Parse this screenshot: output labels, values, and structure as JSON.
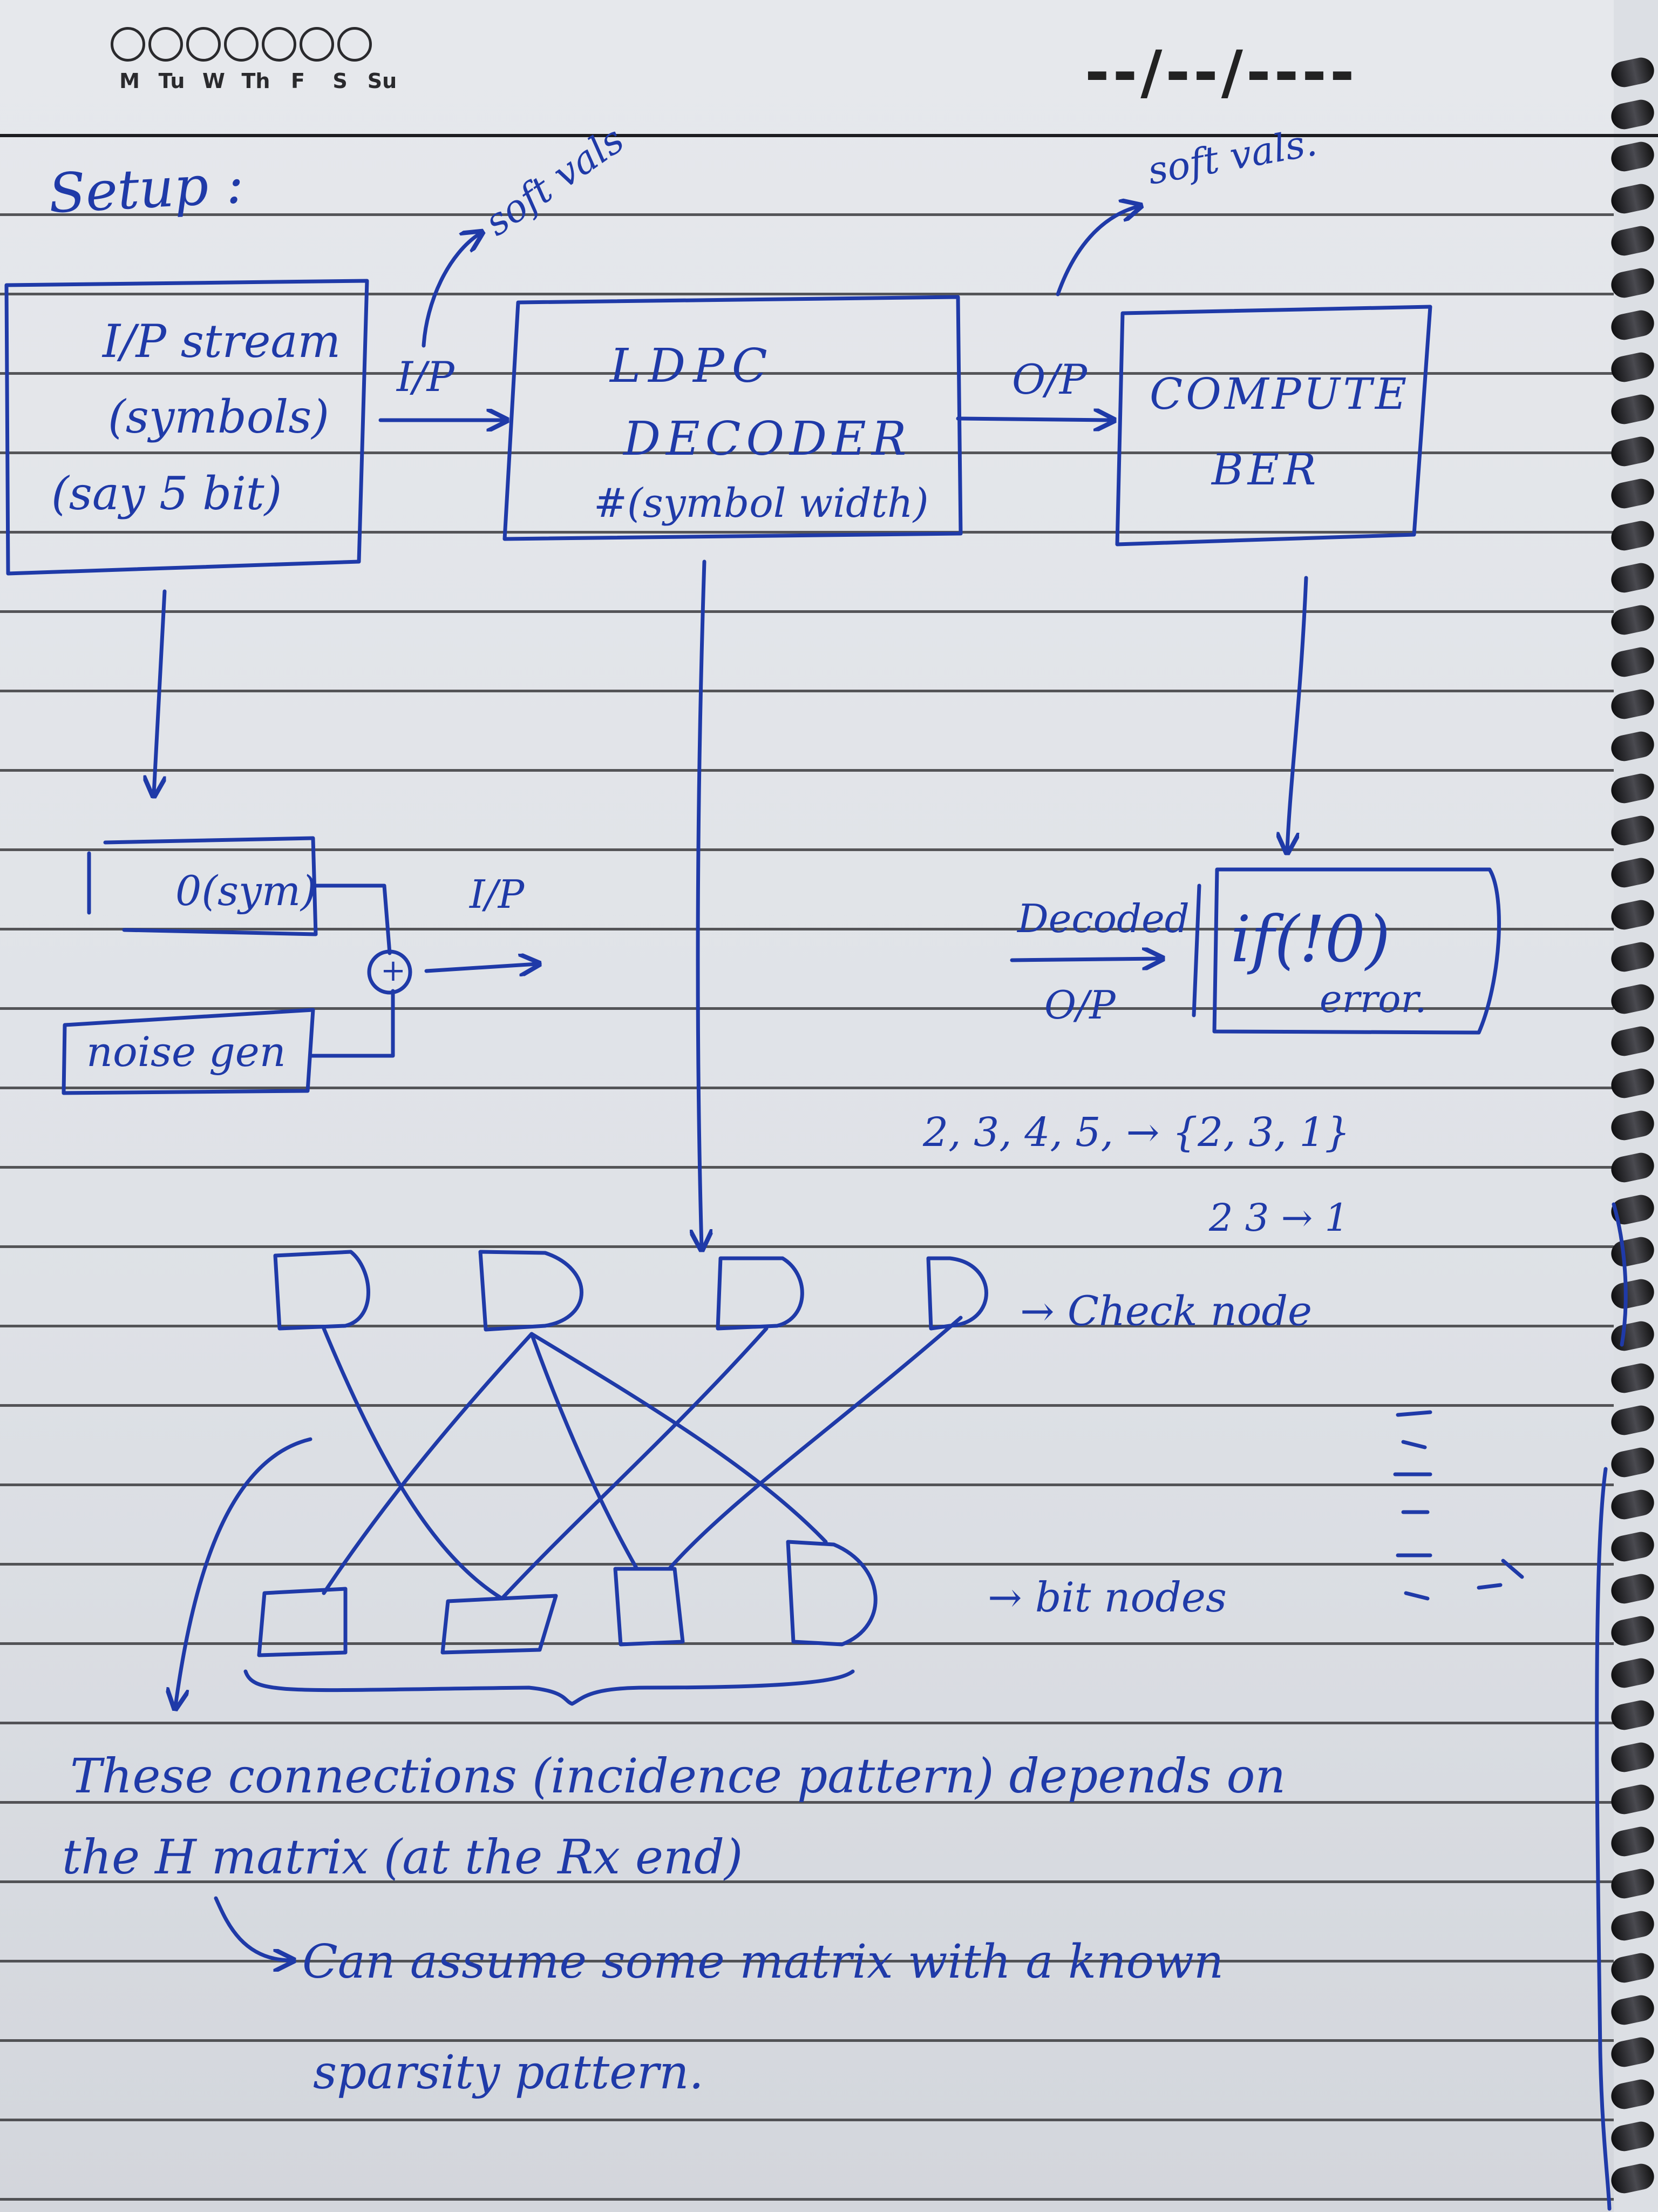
{
  "header": {
    "weekdays": [
      "M",
      "Tu",
      "W",
      "Th",
      "F",
      "S",
      "Su"
    ],
    "date_field": "--/--/----"
  },
  "notes": {
    "setup": "Setup :",
    "soft_vals_1": "soft vals",
    "soft_vals_2": "soft vals.",
    "ip_stream_line1": "I/P stream",
    "ip_stream_line2": "(symbols)",
    "ip_stream_line3": "(say 5 bit)",
    "ip_label": "I/P",
    "ldpc_line1": "LDPC",
    "ldpc_line2": "DECODER",
    "ldpc_line3": "#(symbol width)",
    "op_label": "O/P",
    "ber_line1": "COMPUTE",
    "ber_line2": "BER",
    "zero_sym": "0(sym)",
    "plus": "+",
    "ip_label_2": "I/P",
    "noise_gen": "noise gen",
    "decoded": "Decoded",
    "decoded_op": "O/P",
    "if_line1": "if(!0)",
    "if_line2": "error.",
    "series_1": "2, 3, 4, 5, → {2, 3, 1}",
    "series_2": "2  3 → 1",
    "check_node": "→ Check node",
    "bit_nodes": "→ bit nodes",
    "paragraph_line1": "These connections (incidence pattern) depends on",
    "paragraph_line2": "the H matrix (at the Rx end)",
    "paragraph_line3": "Can assume some matrix with a known",
    "paragraph_line4": "sparsity pattern."
  },
  "colors": {
    "ink": "#1f3aa8",
    "paper": "#e4e6ea",
    "rule_line": "#2b2b2e",
    "spiral": "#151517"
  }
}
